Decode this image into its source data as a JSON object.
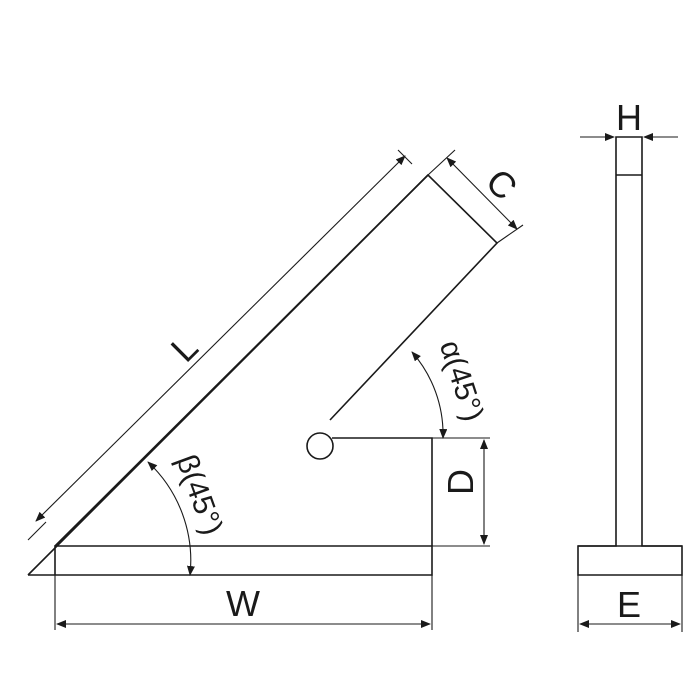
{
  "labels": {
    "length": "L",
    "blade_width": "C",
    "width": "W",
    "depth": "D",
    "thickness": "H",
    "base_width": "E",
    "alpha": "α(45°)",
    "beta": "β(45°)"
  },
  "colors": {
    "line": "#1a1a1a",
    "background": "#ffffff"
  }
}
